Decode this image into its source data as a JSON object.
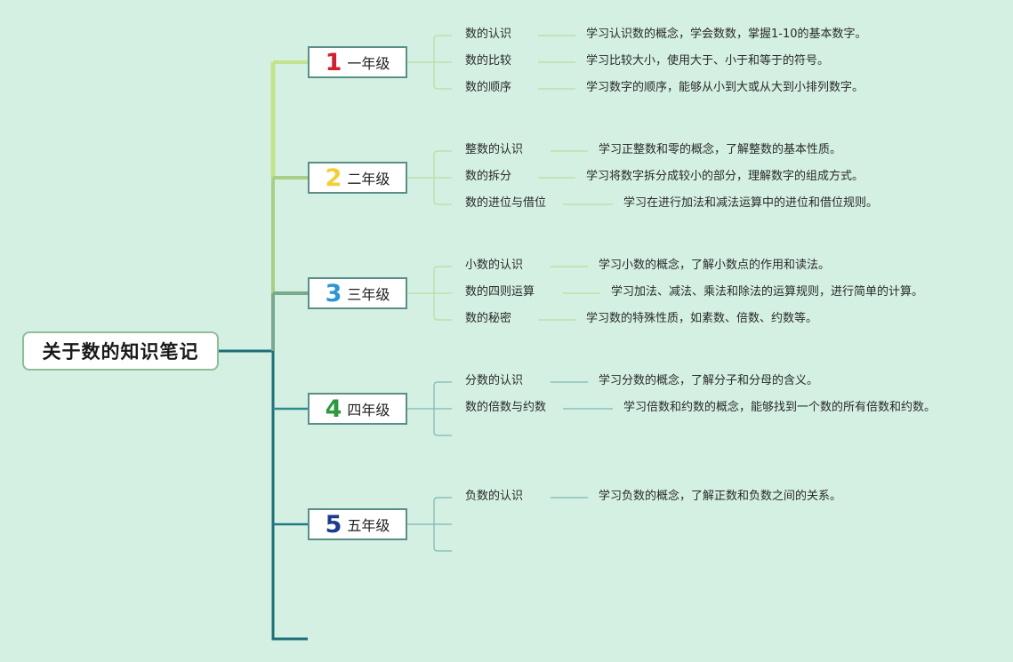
{
  "root": {
    "title": "关于数的知识笔记"
  },
  "colors": {
    "background": "#d3f0e2",
    "trunk": "#1e6e78",
    "branches": [
      "#c4e28c",
      "#a9cf85",
      "#7aa98e",
      "#2e8b8d",
      "#237885"
    ],
    "numbers": [
      "#d01f2f",
      "#f2cf3a",
      "#2c95d4",
      "#2a9a3c",
      "#1a3b8c"
    ]
  },
  "grades": [
    {
      "number": "1",
      "label": "一年级",
      "topics": [
        {
          "name": "数的认识",
          "desc": "学习认识数的概念，学会数数，掌握1-10的基本数字。"
        },
        {
          "name": "数的比较",
          "desc": "学习比较大小，使用大于、小于和等于的符号。"
        },
        {
          "name": "数的顺序",
          "desc": "学习数字的顺序，能够从小到大或从大到小排列数字。"
        }
      ]
    },
    {
      "number": "2",
      "label": "二年级",
      "topics": [
        {
          "name": "整数的认识",
          "desc": "学习正整数和零的概念，了解整数的基本性质。"
        },
        {
          "name": "数的拆分",
          "desc": "学习将数字拆分成较小的部分，理解数字的组成方式。"
        },
        {
          "name": "数的进位与借位",
          "desc": "学习在进行加法和减法运算中的进位和借位规则。"
        }
      ]
    },
    {
      "number": "3",
      "label": "三年级",
      "topics": [
        {
          "name": "小数的认识",
          "desc": "学习小数的概念，了解小数点的作用和读法。"
        },
        {
          "name": "数的四则运算",
          "desc": "学习加法、减法、乘法和除法的运算规则，进行简单的计算。"
        },
        {
          "name": "数的秘密",
          "desc": "学习数的特殊性质，如素数、倍数、约数等。"
        }
      ]
    },
    {
      "number": "4",
      "label": "四年级",
      "topics": [
        {
          "name": "分数的认识",
          "desc": "学习分数的概念，了解分子和分母的含义。"
        },
        {
          "name": "数的倍数与约数",
          "desc": "学习倍数和约数的概念，能够找到一个数的所有倍数和约数。"
        },
        {
          "name": "",
          "desc": ""
        }
      ]
    },
    {
      "number": "5",
      "label": "五年级",
      "topics": [
        {
          "name": "负数的认识",
          "desc": "学习负数的概念，了解正数和负数之间的关系。"
        },
        {
          "name": "",
          "desc": ""
        },
        {
          "name": "",
          "desc": ""
        }
      ]
    }
  ]
}
